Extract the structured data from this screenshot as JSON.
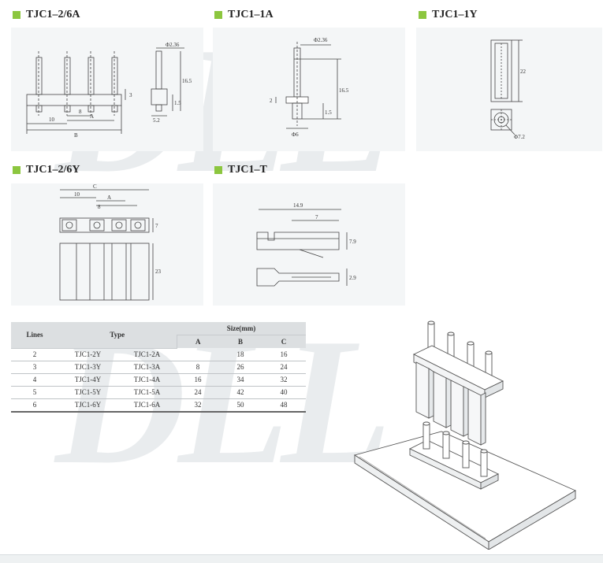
{
  "watermark": {
    "text1": "DLL",
    "text2": "DLL"
  },
  "sections": {
    "s1": {
      "title": "TJC1–2/6A",
      "dims": {
        "phi": "Φ2.36",
        "h1": "16.5",
        "h2": "3",
        "h3": "1.5",
        "w1": "10",
        "w2": "8",
        "a": "A",
        "b": "B",
        "c1": "5.2"
      }
    },
    "s2": {
      "title": "TJC1–1A",
      "dims": {
        "phi": "Φ2.36",
        "h1": "16.5",
        "h2": "2",
        "h3": "1.5",
        "d": "Φ6"
      }
    },
    "s3": {
      "title": "TJC1–1Y",
      "dims": {
        "h": "22",
        "phi": "Φ7.2"
      }
    },
    "s4": {
      "title": "TJC1–2/6Y",
      "dims": {
        "c": "C",
        "a": "A",
        "w1": "10",
        "w2": "8",
        "h1": "7",
        "h2": "23"
      }
    },
    "s5": {
      "title": "TJC1–T",
      "dims": {
        "l1": "14.9",
        "l2": "7",
        "h1": "7.9",
        "h2": "2.9"
      }
    }
  },
  "table": {
    "headers": {
      "lines": "Lines",
      "type": "Type",
      "size": "Size(mm)",
      "a": "A",
      "b": "B",
      "c": "C"
    },
    "rows": [
      {
        "lines": "2",
        "y": "TJC1-2Y",
        "a_type": "TJC1-2A",
        "A": "",
        "B": "18",
        "C": "16"
      },
      {
        "lines": "3",
        "y": "TJC1-3Y",
        "a_type": "TJC1-3A",
        "A": "8",
        "B": "26",
        "C": "24"
      },
      {
        "lines": "4",
        "y": "TJC1-4Y",
        "a_type": "TJC1-4A",
        "A": "16",
        "B": "34",
        "C": "32"
      },
      {
        "lines": "5",
        "y": "TJC1-5Y",
        "a_type": "TJC1-5A",
        "A": "24",
        "B": "42",
        "C": "40"
      },
      {
        "lines": "6",
        "y": "TJC1-6Y",
        "a_type": "TJC1-6A",
        "A": "32",
        "B": "50",
        "C": "48"
      }
    ]
  }
}
